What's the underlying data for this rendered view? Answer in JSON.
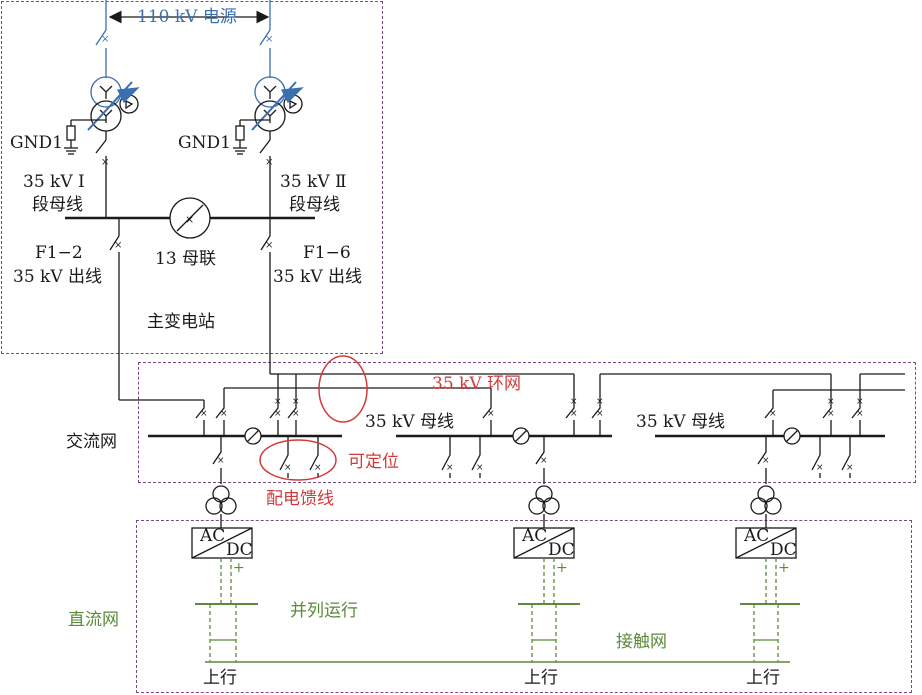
{
  "labels": {
    "source": "110 kV 电源",
    "gnd_left": "GND1",
    "gnd_right": "GND1",
    "bus1_line1": "35 kV Ⅰ",
    "bus1_line2": "段母线",
    "bus2_line1": "35 kV Ⅱ",
    "bus2_line2": "段母线",
    "f12_line1": "F1−2",
    "f12_line2": "35 kV 出线",
    "f16_line1": "F1−6",
    "f16_line2": "35 kV 出线",
    "bus_tie": "13 母联",
    "main_substation": "主变电站",
    "ring_network": "35 kV 环网",
    "bus_a": "35 kV 母线",
    "bus_b": "35 kV 母线",
    "ac_network": "交流网",
    "locatable": "可定位",
    "distribution_feeder": "配电馈线",
    "dc_network": "直流网",
    "parallel_operation": "并列运行",
    "catenary": "接触网",
    "up_1": "上行",
    "up_2": "上行",
    "up_3": "上行",
    "ac": "AC",
    "dc": "DC"
  },
  "colors": {
    "line": "#1a1a1a",
    "blue": "#3b6fb0",
    "red": "#d23a3a",
    "green": "#5a8a3a",
    "purple": "#7b4a8a"
  }
}
